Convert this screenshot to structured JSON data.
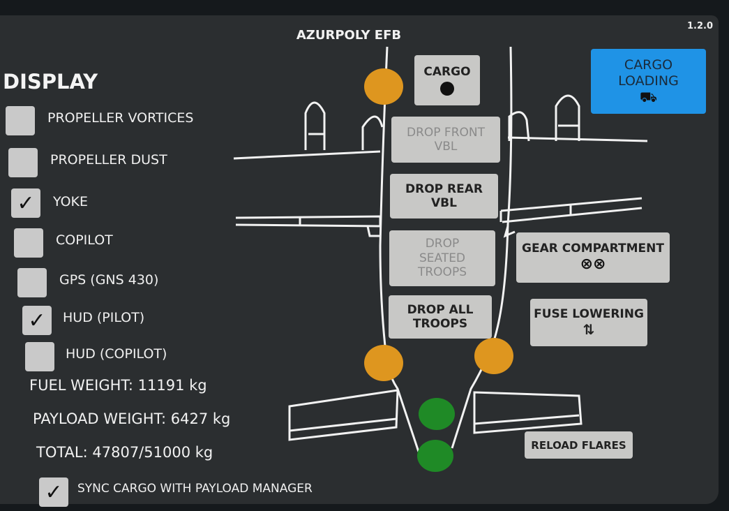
{
  "header": {
    "title": "AZURPOLY EFB",
    "version": "1.2.0"
  },
  "display": {
    "heading": "DISPLAY",
    "options": [
      {
        "label": "PROPELLER VORTICES",
        "checked": false
      },
      {
        "label": "PROPELLER DUST",
        "checked": false
      },
      {
        "label": "YOKE",
        "checked": true
      },
      {
        "label": "COPILOT",
        "checked": false
      },
      {
        "label": "GPS (GNS 430)",
        "checked": false
      },
      {
        "label": "HUD (PILOT)",
        "checked": true
      },
      {
        "label": "HUD (COPILOT)",
        "checked": false
      }
    ],
    "check_glyph": "✓"
  },
  "stats": {
    "fuel": "FUEL WEIGHT: 11191 kg",
    "payload": "PAYLOAD WEIGHT: 6427 kg",
    "total": "TOTAL: 47807/51000 kg"
  },
  "sync": {
    "label": "SYNC CARGO WITH PAYLOAD MANAGER",
    "checked": true
  },
  "buttons": {
    "cargo": "CARGO",
    "cargo_loading_1": "CARGO",
    "cargo_loading_2": "LOADING",
    "drop_front_1": "DROP FRONT",
    "drop_front_2": "VBL",
    "drop_rear_1": "DROP REAR",
    "drop_rear_2": "VBL",
    "drop_seated_1": "DROP",
    "drop_seated_2": "SEATED",
    "drop_seated_3": "TROOPS",
    "drop_all_1": "DROP ALL",
    "drop_all_2": "TROOPS",
    "gear": "GEAR COMPARTMENT",
    "fuse": "FUSE LOWERING",
    "fuse_icon": "⇅",
    "reload": "RELOAD FLARES"
  },
  "colors": {
    "door_open": "#de961f",
    "door_closed": "#1f8a26",
    "accent": "#1f93e6"
  }
}
